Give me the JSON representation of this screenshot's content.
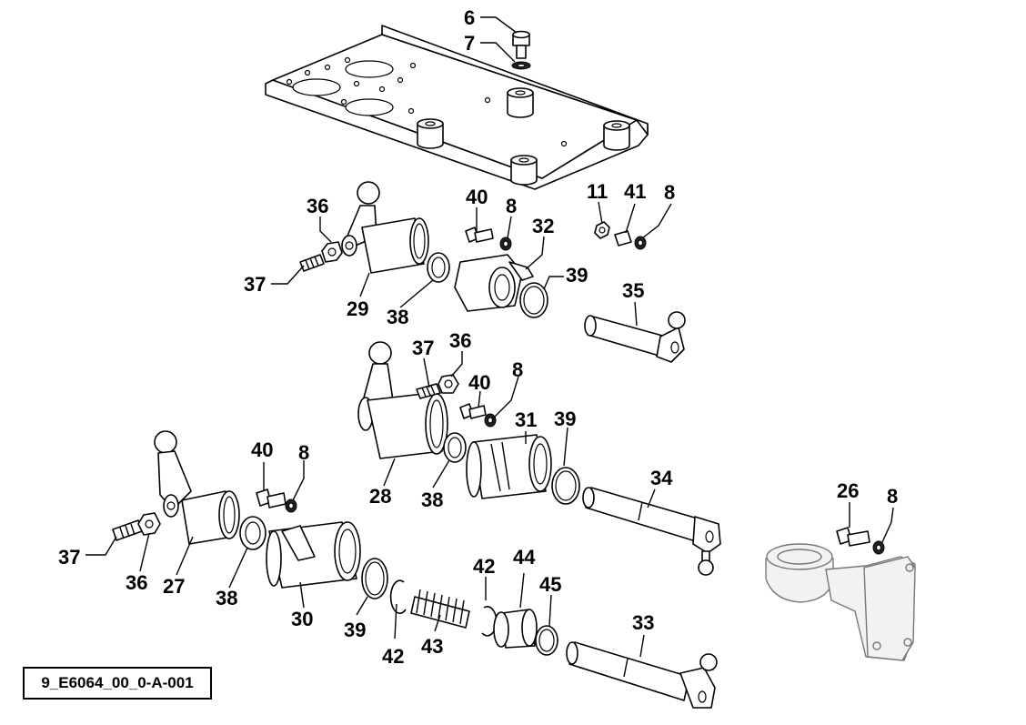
{
  "diagram": {
    "reference_code": "9_E6064_00_0-A-001",
    "callouts": [
      {
        "key": "c6",
        "text": "6"
      },
      {
        "key": "c7",
        "text": "7"
      },
      {
        "key": "c36a",
        "text": "36"
      },
      {
        "key": "c37a",
        "text": "37"
      },
      {
        "key": "c29",
        "text": "29"
      },
      {
        "key": "c38a",
        "text": "38"
      },
      {
        "key": "c40a",
        "text": "40"
      },
      {
        "key": "c8a",
        "text": "8"
      },
      {
        "key": "c32",
        "text": "32"
      },
      {
        "key": "c39a",
        "text": "39"
      },
      {
        "key": "c11",
        "text": "11"
      },
      {
        "key": "c41",
        "text": "41"
      },
      {
        "key": "c8b",
        "text": "8"
      },
      {
        "key": "c35",
        "text": "35"
      },
      {
        "key": "c37b",
        "text": "37"
      },
      {
        "key": "c36b",
        "text": "36"
      },
      {
        "key": "c40b",
        "text": "40"
      },
      {
        "key": "c8c",
        "text": "8"
      },
      {
        "key": "c31",
        "text": "31"
      },
      {
        "key": "c39b",
        "text": "39"
      },
      {
        "key": "c28",
        "text": "28"
      },
      {
        "key": "c38b",
        "text": "38"
      },
      {
        "key": "c34",
        "text": "34"
      },
      {
        "key": "c40c",
        "text": "40"
      },
      {
        "key": "c8d",
        "text": "8"
      },
      {
        "key": "c37c",
        "text": "37"
      },
      {
        "key": "c36c",
        "text": "36"
      },
      {
        "key": "c27",
        "text": "27"
      },
      {
        "key": "c38c",
        "text": "38"
      },
      {
        "key": "c30",
        "text": "30"
      },
      {
        "key": "c39c",
        "text": "39"
      },
      {
        "key": "c42a",
        "text": "42"
      },
      {
        "key": "c43",
        "text": "43"
      },
      {
        "key": "c42b",
        "text": "42"
      },
      {
        "key": "c44",
        "text": "44"
      },
      {
        "key": "c45",
        "text": "45"
      },
      {
        "key": "c33",
        "text": "33"
      },
      {
        "key": "c26",
        "text": "26"
      },
      {
        "key": "c8e",
        "text": "8"
      }
    ]
  }
}
